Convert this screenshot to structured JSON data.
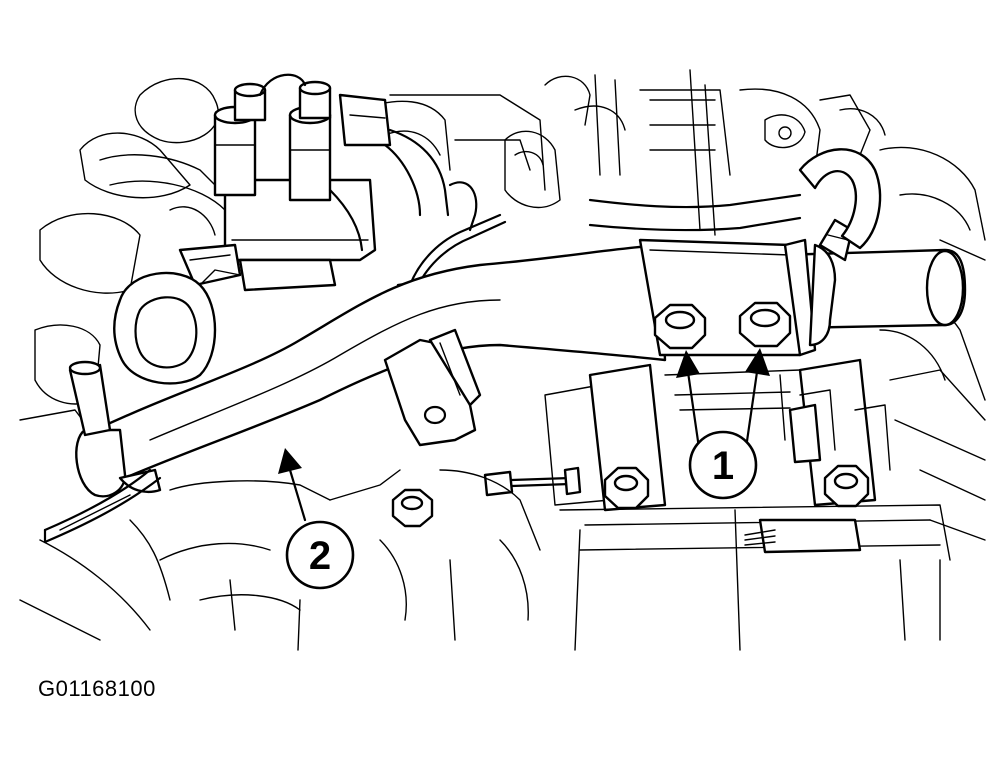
{
  "figure": {
    "id_code": "G01168100"
  },
  "callouts": [
    {
      "number": "1"
    },
    {
      "number": "2"
    }
  ]
}
